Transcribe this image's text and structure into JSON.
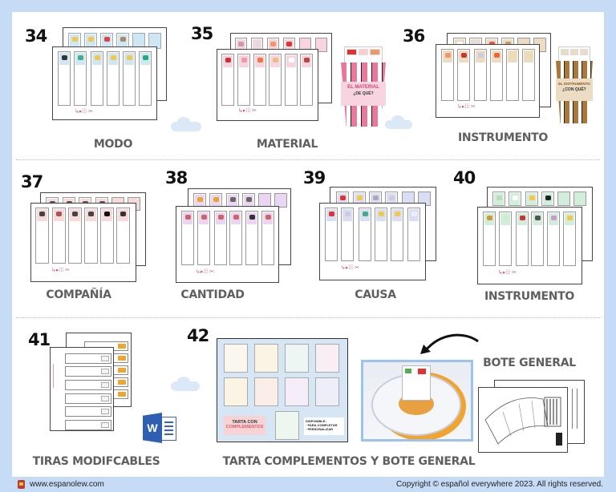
{
  "page": {
    "background": "#c6dcf6",
    "panel_color": "#ffffff",
    "label_color": "#5f5f5f"
  },
  "items": [
    {
      "number": "34",
      "label": "MODO",
      "accent": "#cfe6f5"
    },
    {
      "number": "35",
      "label": "MATERIAL",
      "accent": "#f7d4df",
      "popcorn_title": "EL MATERIAL",
      "popcorn_question": "¿DE QUÉ?",
      "popcorn_stripe": "#e8799a"
    },
    {
      "number": "36",
      "label": "INSTRUMENTO",
      "accent": "#ecdcc3",
      "popcorn_title": "EL INSTRUMENTO",
      "popcorn_question": "¿CON QUÉ?",
      "popcorn_stripe": "#a8793a"
    },
    {
      "number": "37",
      "label": "COMPAÑÍA",
      "accent": "#f7dada"
    },
    {
      "number": "38",
      "label": "CANTIDAD",
      "accent": "#ead6f2"
    },
    {
      "number": "39",
      "label": "CAUSA",
      "accent": "#d9def5"
    },
    {
      "number": "40",
      "label": "INSTRUMENTO",
      "accent": "#d3eddd"
    },
    {
      "number": "41",
      "label": "TIRAS MODIFCABLES",
      "accent": "#f0a531",
      "word_icon_letter": "W"
    },
    {
      "number": "42",
      "label": "TARTA COMPLEMENTOS Y BOTE GENERAL",
      "tarta": {
        "title_line1": "TARTA CON",
        "title_line2": "COMPLEMENTOS",
        "available_title": "DISPONIBLE:",
        "available_options": [
          "· PARA COMPLETAR",
          "· PERSONALIZAR"
        ]
      },
      "bote_label": "BOTE GENERAL"
    }
  ],
  "footer": {
    "website": "www.espanolew.com",
    "copyright": "Copyright © español everywhere 2023. All rights reserved."
  }
}
